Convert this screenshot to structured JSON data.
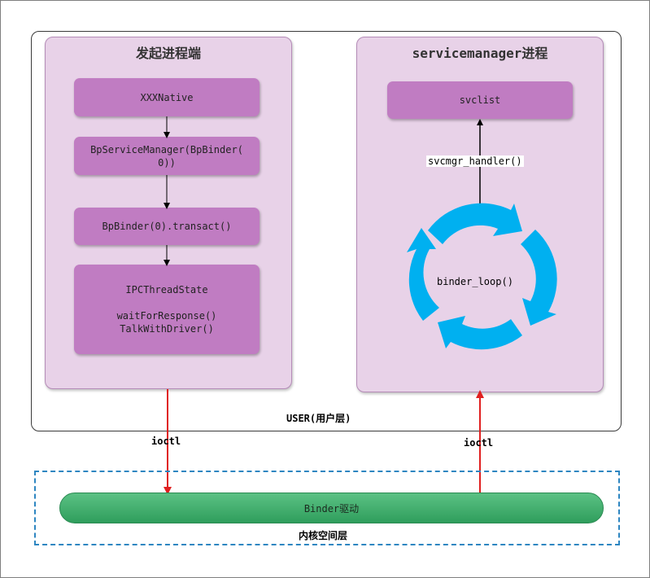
{
  "left_process": {
    "title": "发起进程端",
    "nodes": {
      "xxx_native": "XXXNative",
      "bp_service_manager_line1": "BpServiceManager(BpBinder(",
      "bp_service_manager_line2": "0))",
      "bp_binder_transact": "BpBinder(0).transact()",
      "ipc_thread_state": "IPCThreadState",
      "wait_for_response": "waitForResponse()",
      "talk_with_driver": "TalkWithDriver()"
    }
  },
  "right_process": {
    "title": "servicemanager进程",
    "nodes": {
      "svclist": "svclist",
      "svcmgr_handler": "svcmgr_handler()",
      "binder_loop": "binder_loop()"
    }
  },
  "user_layer_label": "USER(用户层)",
  "ioctl_left": "ioctl",
  "ioctl_right": "ioctl",
  "binder_driver": "Binder驱动",
  "kernel_label": "内核空间层",
  "colors": {
    "panel_fill": "#e8d2e8",
    "node_fill": "#c07cc2",
    "loop_arrow": "#00b0f0",
    "ioctl_arrow": "#e02020",
    "driver_fill": "#3fae6a",
    "kernel_border": "#2e86c1"
  },
  "icons": {
    "loop": "circular-arrows-icon"
  }
}
